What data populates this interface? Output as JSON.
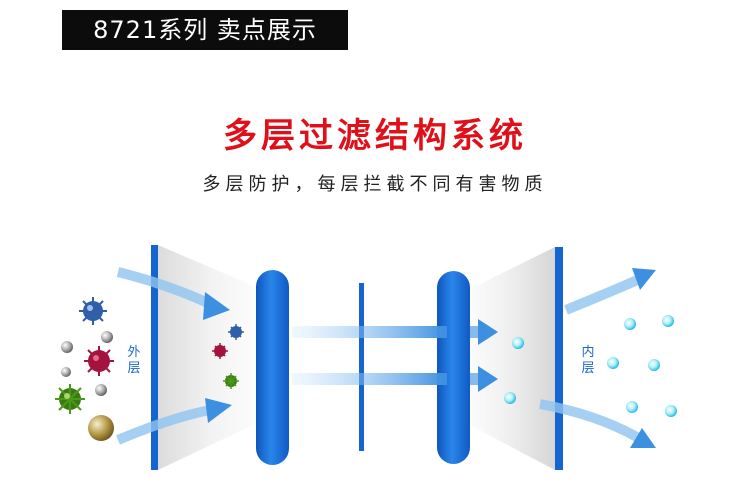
{
  "header": {
    "title": "8721系列 卖点展示"
  },
  "main": {
    "title": "多层过滤结构系统",
    "subtitle": "多层防护，每层拦截不同有害物质"
  },
  "diagram": {
    "outer_label_line1": "外",
    "outer_label_line2": "层",
    "inner_label_line1": "内",
    "inner_label_line2": "层",
    "colors": {
      "filter_blue": "#1565d0",
      "arrow_blue": "#4f9ee8",
      "clean_particle": "#2fc3e6",
      "title_red": "#e0101a"
    },
    "icons": [
      "virus-icon",
      "pollutant-particle-icon",
      "clean-particle-icon",
      "airflow-arrow-icon"
    ]
  }
}
